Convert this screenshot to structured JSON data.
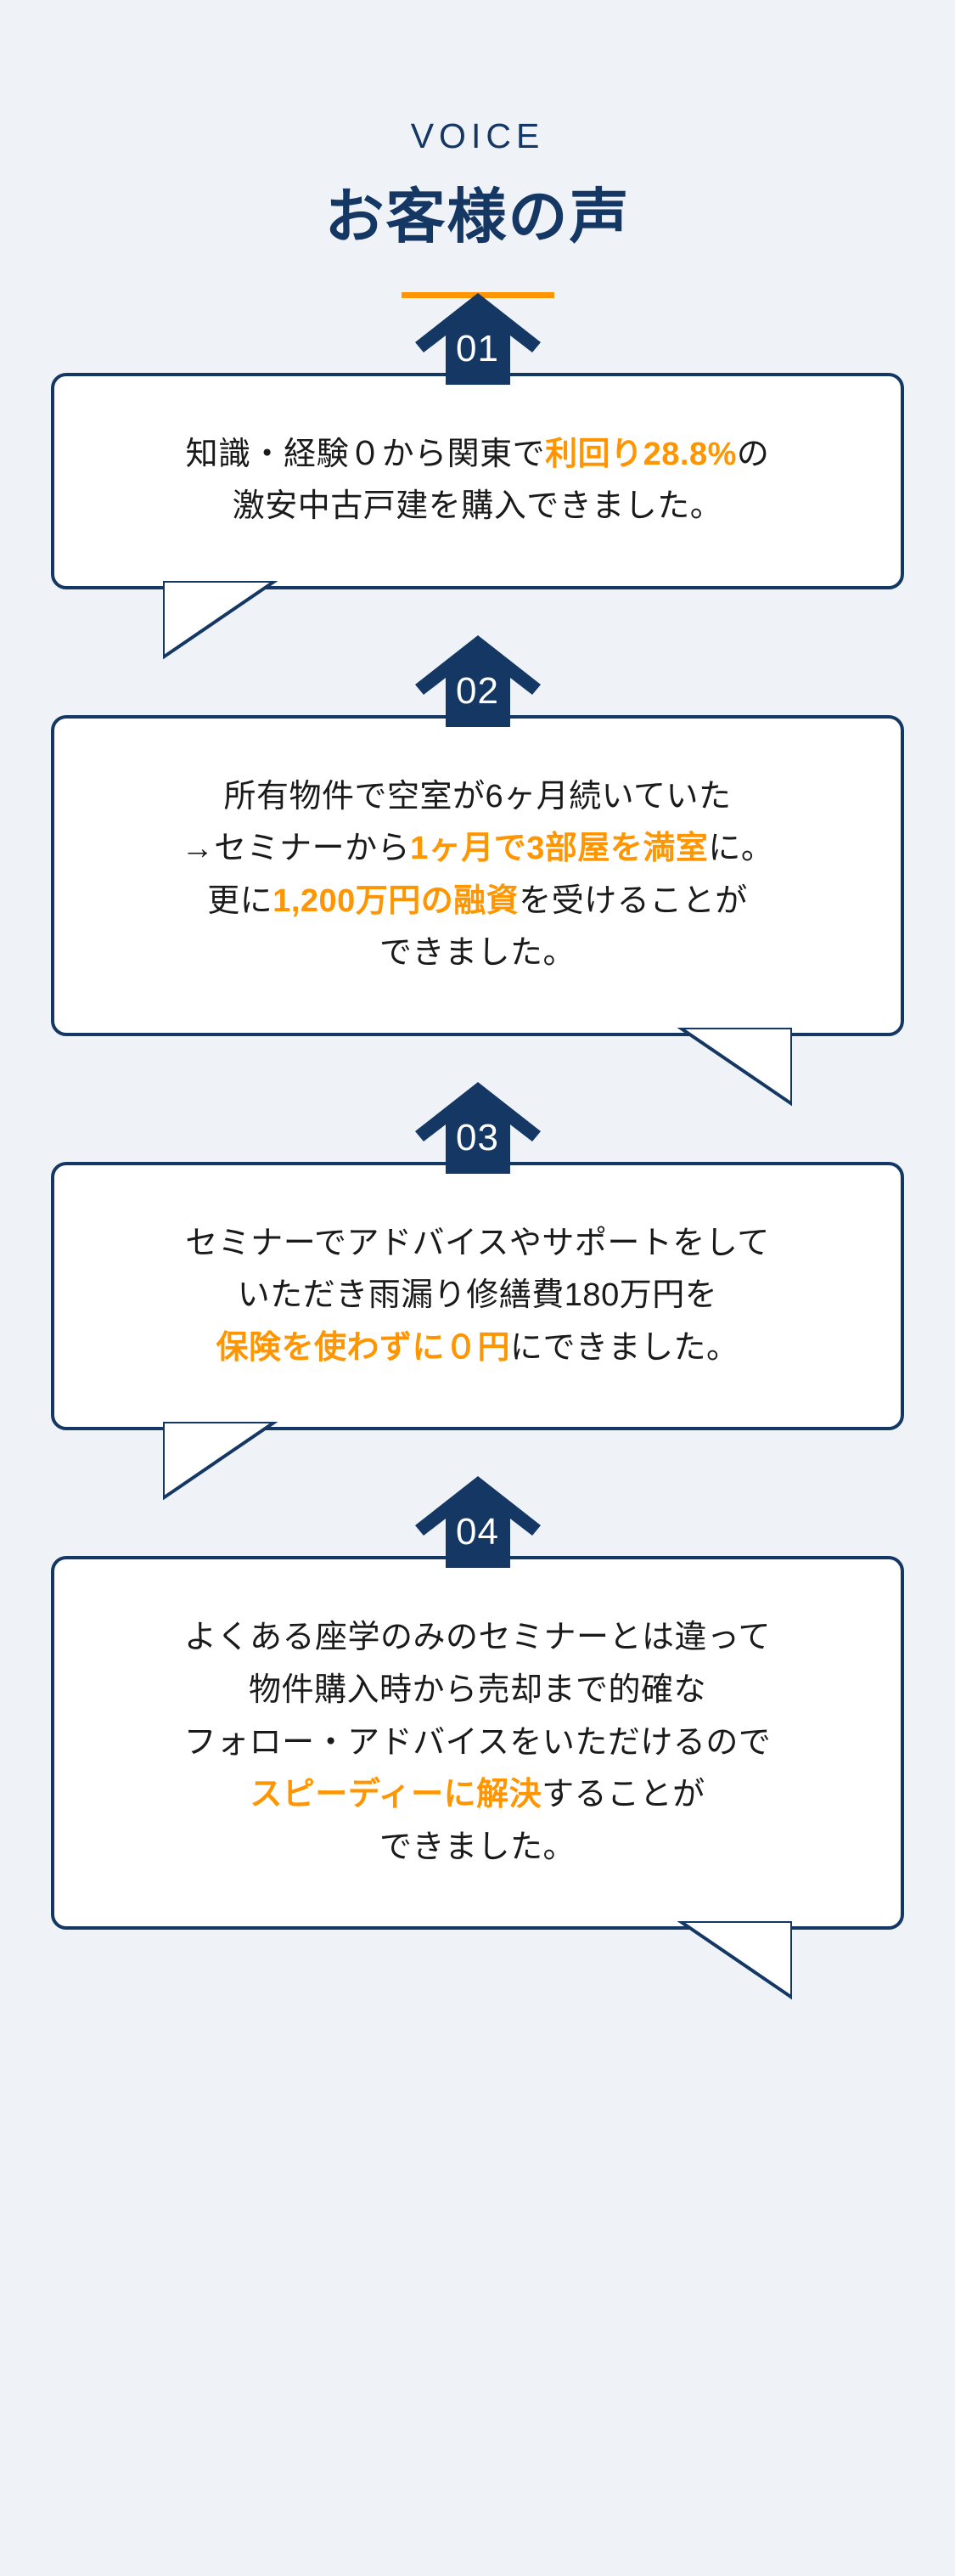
{
  "header": {
    "eyebrow": "VOICE",
    "title": "お客様の声",
    "divider_color": "#ff9500"
  },
  "colors": {
    "background": "#eff3f7",
    "navy": "#153764",
    "orange": "#ff9500",
    "bubble_background": "#ffffff",
    "body_text": "#1a1a1a"
  },
  "testimonials": [
    {
      "number": "01",
      "tail_side": "left",
      "lines": [
        [
          {
            "text": "知識・経験０から関東で",
            "highlight": false
          },
          {
            "text": "利回り28.8%",
            "highlight": true
          },
          {
            "text": "の",
            "highlight": false
          }
        ],
        [
          {
            "text": "激安中古戸建を購入できました。",
            "highlight": false
          }
        ]
      ]
    },
    {
      "number": "02",
      "tail_side": "right",
      "lines": [
        [
          {
            "text": "所有物件で空室が6ヶ月続いていた",
            "highlight": false
          }
        ],
        [
          {
            "text": "→セミナーから",
            "highlight": false
          },
          {
            "text": "1ヶ月で3部屋を満室",
            "highlight": true
          },
          {
            "text": "に。",
            "highlight": false
          }
        ],
        [
          {
            "text": "更に",
            "highlight": false
          },
          {
            "text": "1,200万円の融資",
            "highlight": true
          },
          {
            "text": "を受けることが",
            "highlight": false
          }
        ],
        [
          {
            "text": "できました。",
            "highlight": false
          }
        ]
      ]
    },
    {
      "number": "03",
      "tail_side": "left",
      "lines": [
        [
          {
            "text": "セミナーでアドバイスやサポートをして",
            "highlight": false
          }
        ],
        [
          {
            "text": "いただき雨漏り修繕費180万円を",
            "highlight": false
          }
        ],
        [
          {
            "text": "保険を使わずに０円",
            "highlight": true
          },
          {
            "text": "にできました。",
            "highlight": false
          }
        ]
      ]
    },
    {
      "number": "04",
      "tail_side": "right",
      "lines": [
        [
          {
            "text": "よくある座学のみのセミナーとは違って",
            "highlight": false
          }
        ],
        [
          {
            "text": "物件購入時から売却まで的確な",
            "highlight": false
          }
        ],
        [
          {
            "text": "フォロー・アドバイスをいただけるので",
            "highlight": false
          }
        ],
        [
          {
            "text": "スピーディーに解決",
            "highlight": true
          },
          {
            "text": "することが",
            "highlight": false
          }
        ],
        [
          {
            "text": "できました。",
            "highlight": false
          }
        ]
      ]
    }
  ]
}
